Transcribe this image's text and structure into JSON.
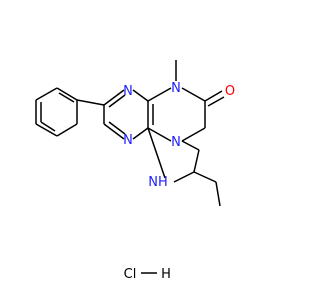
{
  "molecule": {
    "atoms": {
      "n_imidazole_top": "N",
      "n_methyl": "N",
      "methyl_group": "",
      "oxygen": "O",
      "n_ring_junction": "N",
      "n_imidazole_bottom": "N",
      "nh_label": "NH",
      "hcl_cl": "Cl",
      "hcl_bond": "",
      "hcl_h": "H"
    }
  }
}
